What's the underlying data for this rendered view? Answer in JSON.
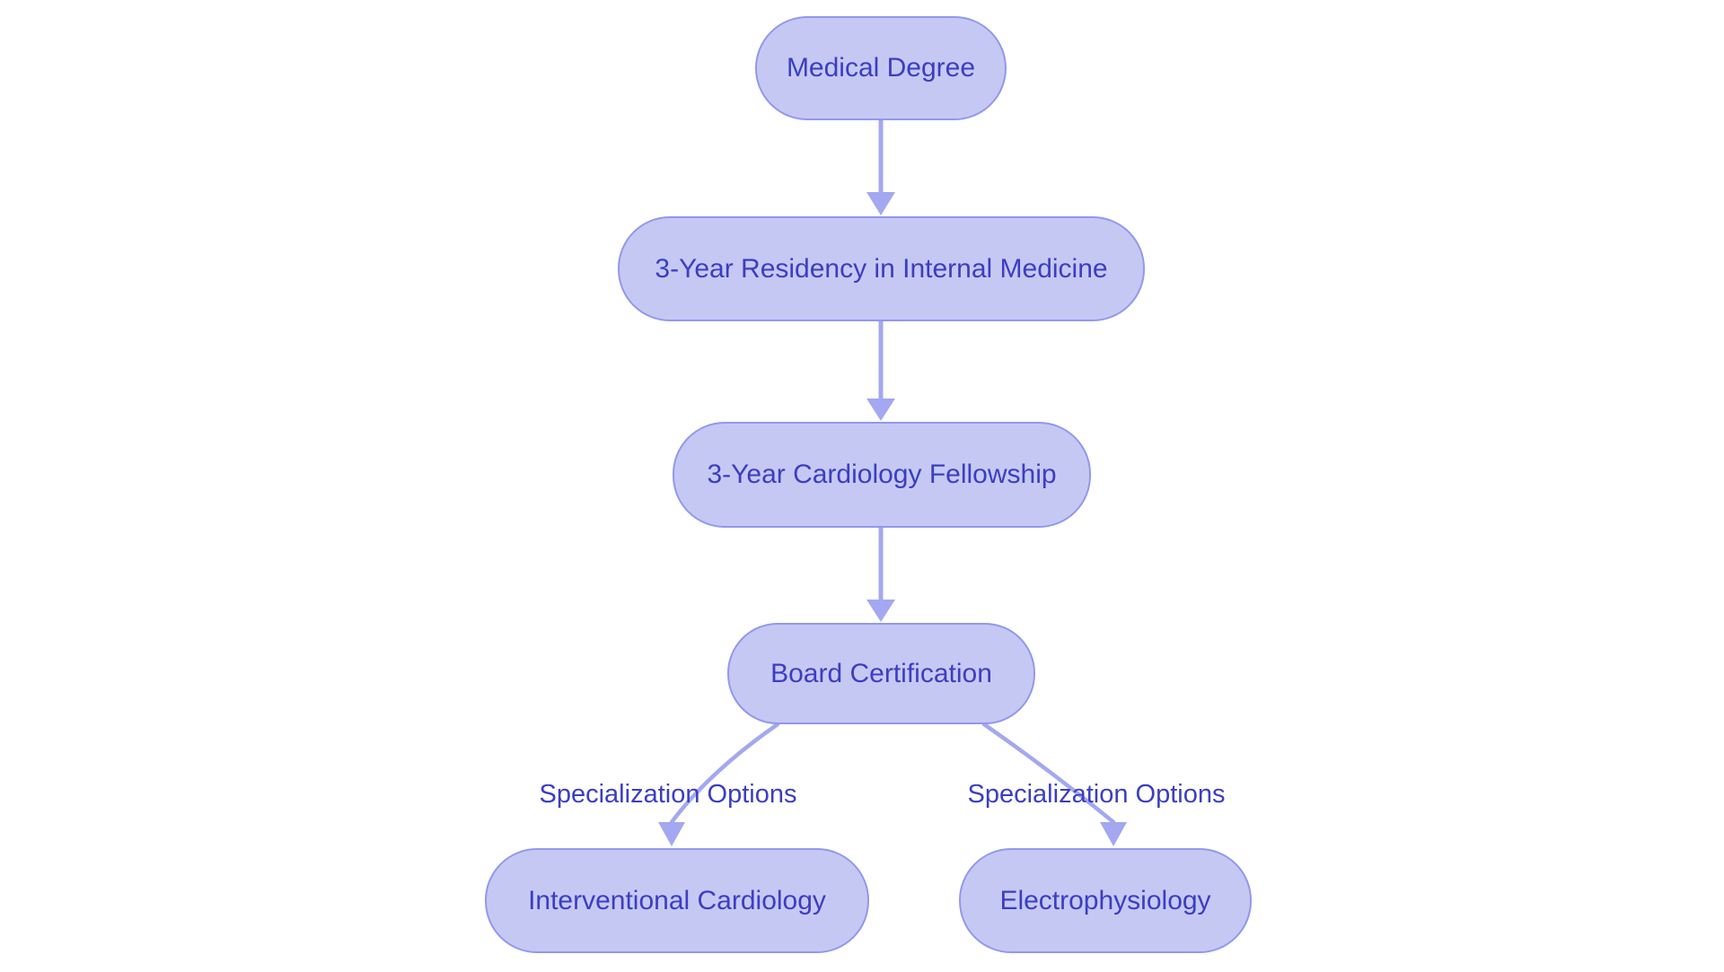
{
  "diagram": {
    "type": "flowchart",
    "nodes": [
      {
        "id": "medical-degree",
        "label": "Medical Degree"
      },
      {
        "id": "residency",
        "label": "3-Year Residency in Internal Medicine"
      },
      {
        "id": "fellowship",
        "label": "3-Year Cardiology Fellowship"
      },
      {
        "id": "board-certification",
        "label": "Board Certification"
      },
      {
        "id": "interventional-cardiology",
        "label": "Interventional Cardiology"
      },
      {
        "id": "electrophysiology",
        "label": "Electrophysiology"
      }
    ],
    "edges": [
      {
        "from": "Medical Degree",
        "to": "3-Year Residency in Internal Medicine",
        "label": ""
      },
      {
        "from": "3-Year Residency in Internal Medicine",
        "to": "3-Year Cardiology Fellowship",
        "label": ""
      },
      {
        "from": "3-Year Cardiology Fellowship",
        "to": "Board Certification",
        "label": ""
      },
      {
        "from": "Board Certification",
        "to": "Interventional Cardiology",
        "label": "Specialization Options"
      },
      {
        "from": "Board Certification",
        "to": "Electrophysiology",
        "label": "Specialization Options"
      }
    ],
    "colors": {
      "node_fill": "#c6c8f4",
      "node_border": "#9298ec",
      "node_text": "#3b3ec1",
      "edge": "#a3a8f0",
      "edge_label_text": "#3b3ec1",
      "background": "#ffffff"
    }
  }
}
